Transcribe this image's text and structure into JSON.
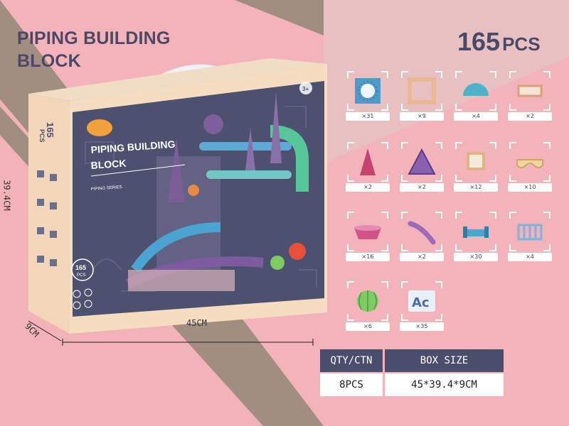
{
  "header": {
    "title_line1": "PIPING BUILDING",
    "title_line2": "BLOCK",
    "count_number": "165",
    "count_unit": "PCS"
  },
  "dimensions": {
    "height": "39.4CM",
    "width": "45CM",
    "depth": "9CM"
  },
  "box": {
    "brand_title_line1": "PIPING BUILDING",
    "brand_title_line2": "BLOCK",
    "series": "PIPING SERIES",
    "badge_number": "165",
    "badge_unit": "PCS",
    "side_number": "165",
    "side_unit": "PCS",
    "age": "3+"
  },
  "parts": [
    {
      "icon": "round-window-square-icon",
      "qty": "×31"
    },
    {
      "icon": "square-frame-icon",
      "qty": "×9"
    },
    {
      "icon": "half-circle-icon",
      "qty": "×4"
    },
    {
      "icon": "rectangle-frame-icon",
      "qty": "×2"
    },
    {
      "icon": "tall-triangle-icon",
      "qty": "×2"
    },
    {
      "icon": "triangle-icon",
      "qty": "×2"
    },
    {
      "icon": "small-square-frame-icon",
      "qty": "×12"
    },
    {
      "icon": "curved-connector-icon",
      "qty": "×10"
    },
    {
      "icon": "bowl-track-icon",
      "qty": "×16"
    },
    {
      "icon": "slide-tube-icon",
      "qty": "×2"
    },
    {
      "icon": "straight-track-icon",
      "qty": "×30"
    },
    {
      "icon": "fence-track-icon",
      "qty": "×4"
    },
    {
      "icon": "ball-icon",
      "qty": "×6"
    },
    {
      "icon": "letter-card-icon",
      "qty": "×35",
      "label": "Ac"
    }
  ],
  "packing": {
    "qty_header": "QTY/CTN",
    "size_header": "BOX SIZE",
    "qty_value": "8PCS",
    "size_value": "45*39.4*9CM"
  },
  "colors": {
    "bg_pink": "#f2b6bd",
    "bg_taupe": "#a08c80",
    "bg_grey": "#d9cfca",
    "navy": "#4b4d6c",
    "box_cream": "#f6dcc0"
  }
}
